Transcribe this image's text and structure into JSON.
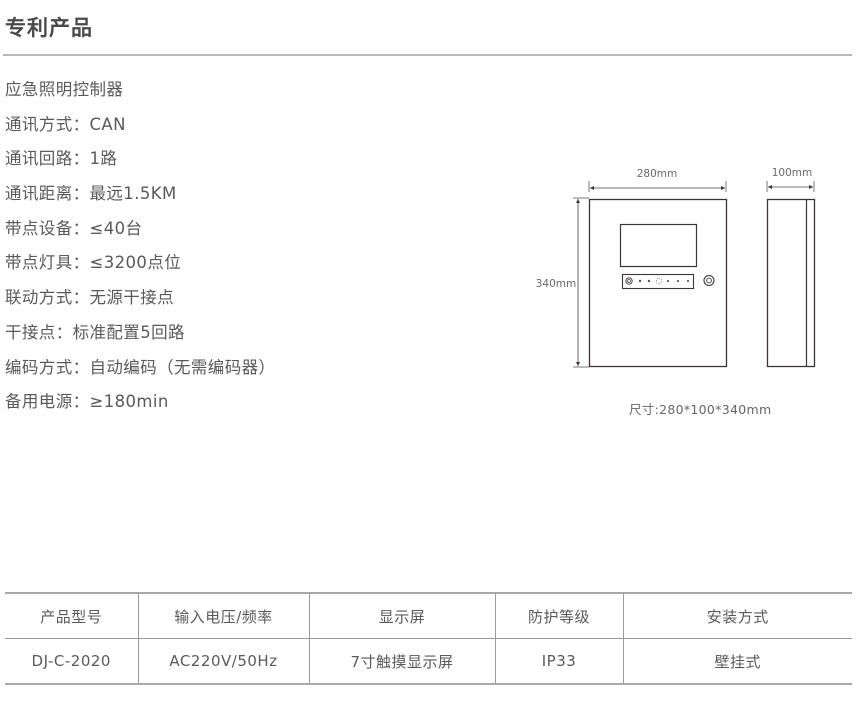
{
  "header": {
    "title": "专利产品"
  },
  "product": {
    "name": "应急照明控制器",
    "specs": [
      {
        "label": "通讯方式",
        "value": "CAN"
      },
      {
        "label": "通讯回路",
        "value": "1路"
      },
      {
        "label": "通讯距离",
        "value": "最远1.5KM"
      },
      {
        "label": "带点设备",
        "value": "≤40台"
      },
      {
        "label": "带点灯具",
        "value": "≤3200点位"
      },
      {
        "label": "联动方式",
        "value": "无源干接点"
      },
      {
        "label": "干接点",
        "value": "标准配置5回路"
      },
      {
        "label": "编码方式",
        "value": "自动编码（无需编码器）"
      },
      {
        "label": "备用电源",
        "value": "≥180min"
      }
    ],
    "spec_lines": [
      "应急照明控制器",
      "通讯方式：CAN",
      "通讯回路：1路",
      "通讯距离：最远1.5KM",
      "带点设备：≤40台",
      "带点灯具：≤3200点位",
      "联动方式：无源干接点",
      "干接点：标准配置5回路",
      "编码方式：自动编码（无需编码器）",
      "备用电源：≥180min"
    ]
  },
  "drawing": {
    "width_label": "280mm",
    "depth_label": "100mm",
    "height_label": "340mm",
    "caption": "尺寸:280*100*340mm",
    "line_color": "#3d3535"
  },
  "table": {
    "headers": [
      "产品型号",
      "输入电压/频率",
      "显示屏",
      "防护等级",
      "安装方式"
    ],
    "rows": [
      [
        "DJ-C-2020",
        "AC220V/50Hz",
        "7寸触摸显示屏",
        "IP33",
        "壁挂式"
      ]
    ]
  }
}
